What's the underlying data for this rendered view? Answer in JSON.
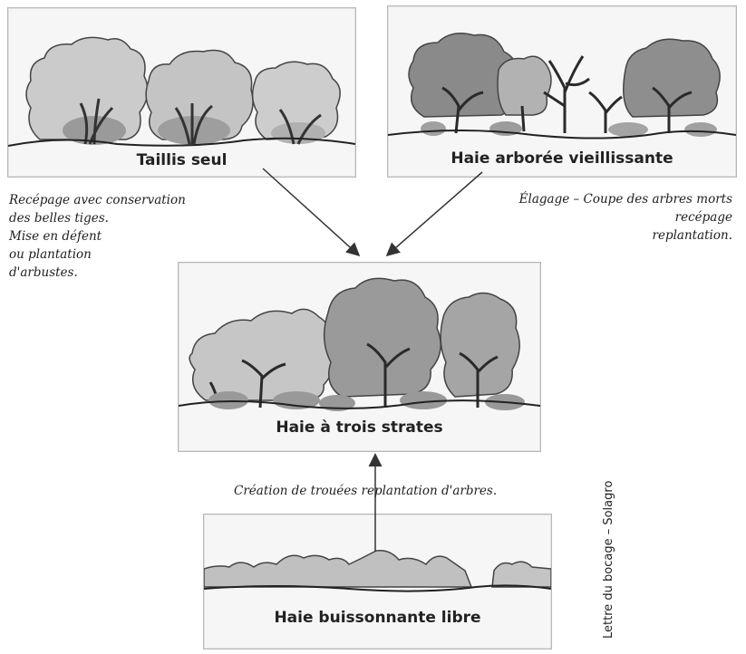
{
  "panels": {
    "taillis": {
      "label": "Taillis seul"
    },
    "vieillissante": {
      "label": "Haie arborée vieillissante"
    },
    "trois_strates": {
      "label": "Haie à trois strates"
    },
    "buissonnante": {
      "label": "Haie buissonnante libre"
    }
  },
  "notes": {
    "recepage": "Recépage avec conservation\ndes belles tiges.\nMise en défent\nou plantation\nd'arbustes.",
    "elagage": "Élagage – Coupe des arbres morts\nrecépage\nreplantation.",
    "creation": "Création de trouées replantation d'arbres."
  },
  "credit": "Lettre du bocage – Solagro",
  "colors": {
    "foliage_light": "#c6c6c6",
    "foliage_dark": "#6d6d6d",
    "trunk": "#3a3a3a",
    "shrub": "#a9a9a9"
  }
}
